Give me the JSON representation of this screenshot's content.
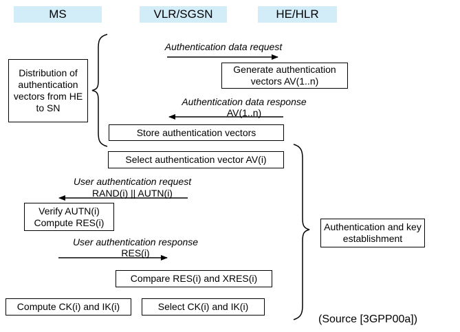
{
  "diagram": {
    "title": "Authentication and key agreement (UMTS AKA) sequence diagram",
    "accent_color": "#d2ecf8",
    "line_color": "#000000",
    "background": "#ffffff",
    "source_note": "(Source [3GPP00a])",
    "columns": [
      {
        "id": "ms",
        "label": "MS"
      },
      {
        "id": "vlr",
        "label": "VLR/SGSN"
      },
      {
        "id": "he",
        "label": "HE/HLR"
      }
    ],
    "phases": [
      {
        "id": "distribution",
        "label": "Distribution of authentication vectors from HE to SN",
        "brace": "left"
      },
      {
        "id": "authentication",
        "label": "Authentication and key establishment",
        "brace": "right"
      }
    ],
    "messages": [
      {
        "id": "auth-data-request",
        "title": "Authentication data request",
        "payload": "",
        "direction": "right",
        "from": "vlr",
        "to": "he"
      },
      {
        "id": "auth-data-response",
        "title": "Authentication data response",
        "payload": "AV(1..n)",
        "direction": "left",
        "from": "he",
        "to": "vlr"
      },
      {
        "id": "user-auth-request",
        "title": "User authentication request",
        "payload": "RAND(i) || AUTN(i)",
        "direction": "left",
        "from": "vlr",
        "to": "ms"
      },
      {
        "id": "user-auth-response",
        "title": "User authentication response",
        "payload": "RES(i)",
        "direction": "right",
        "from": "ms",
        "to": "vlr"
      }
    ],
    "actions": [
      {
        "id": "generate-av",
        "column": "he",
        "line1": "Generate authentication",
        "line2": "vectors AV(1..n)"
      },
      {
        "id": "store-av",
        "column": "vlr",
        "line1": "Store authentication vectors",
        "line2": ""
      },
      {
        "id": "select-av",
        "column": "vlr",
        "line1": "Select authentication vector AV(i)",
        "line2": ""
      },
      {
        "id": "verify-autn",
        "column": "ms",
        "line1": "Verify AUTN(i)",
        "line2": "Compute RES(i)"
      },
      {
        "id": "compare-res",
        "column": "vlr",
        "line1": "Compare RES(i) and XRES(i)",
        "line2": ""
      },
      {
        "id": "compute-keys",
        "column": "ms",
        "line1": "Compute CK(i) and IK(i)",
        "line2": ""
      },
      {
        "id": "select-keys",
        "column": "vlr",
        "line1": "Select CK(i) and IK(i)",
        "line2": ""
      }
    ]
  }
}
